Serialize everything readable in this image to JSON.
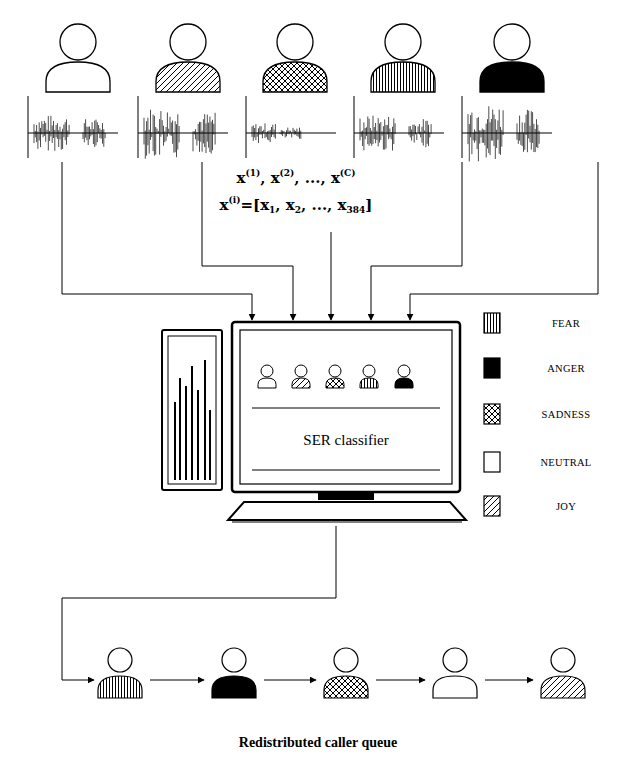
{
  "diagram": {
    "nodes": [
      {
        "text": [
          "SER classifier"
        ]
      }
    ],
    "labels": [
      "x(1), x(2), ..., x(C)",
      "x(i)=[x1, x2, ..., x384]",
      "Redistributed caller queue"
    ],
    "legend": [
      {
        "text": "FEAR"
      },
      {
        "text": "ANGER",
        "color": "#000000"
      },
      {
        "text": "SADNESS"
      },
      {
        "text": "NEUTRAL",
        "color": "#ffffff"
      },
      {
        "text": "JOY"
      }
    ]
  }
}
